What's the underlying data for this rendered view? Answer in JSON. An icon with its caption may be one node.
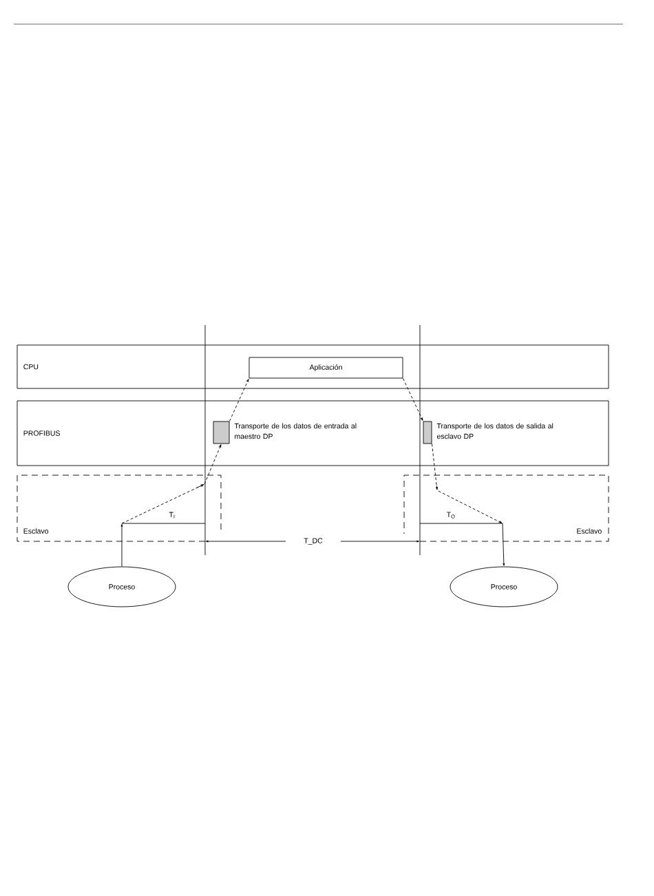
{
  "diagram": {
    "nodes": [
      {
        "text": [
          "CPU"
        ]
      },
      {
        "text": [
          "Aplicación"
        ],
        "in": 0
      },
      {
        "text": [
          "PROFIBUS"
        ]
      },
      {
        "text": [],
        "shape": "box",
        "beside": [
          "Transporte de los datos de entrada al maestro DP"
        ],
        "in": 2
      },
      {
        "text": [],
        "shape": "box",
        "beside": [
          "Transporte de los datos de salida al esclavo DP"
        ],
        "in": 2
      },
      {
        "text": [
          "Esclavo"
        ]
      },
      {
        "text": [
          "Esclavo"
        ]
      },
      {
        "text": [
          "Proceso"
        ]
      },
      {
        "text": [
          "Proceso"
        ]
      }
    ],
    "edges": [
      {
        "from": 7,
        "to": 5,
        "arrow": "to"
      },
      {
        "from": 5,
        "to": 3,
        "arrow": "to",
        "style": "dashed"
      },
      {
        "from": 3,
        "to": 1,
        "arrow": "to",
        "style": "dashed"
      },
      {
        "from": 1,
        "to": 4,
        "arrow": "to",
        "style": "dashed"
      },
      {
        "from": 4,
        "to": 6,
        "arrow": "to",
        "style": "dashed"
      },
      {
        "from": 6,
        "to": 8,
        "arrow": "to"
      }
    ],
    "labels": [
      "T$_{I}$",
      "T$_{O}$",
      "T_DC"
    ]
  }
}
